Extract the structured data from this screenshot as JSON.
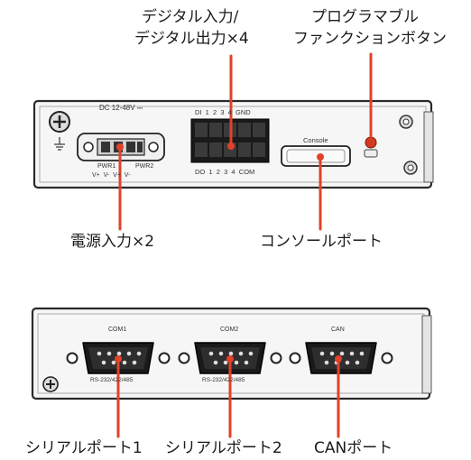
{
  "callouts": {
    "digital_io_line1": "デジタル入力/",
    "digital_io_line2": "デジタル出力×4",
    "prog_button_line1": "プログラマブル",
    "prog_button_line2": "ファンクションボタン",
    "power_input": "電源入力×2",
    "console_port": "コンソールポート",
    "serial_port_1": "シリアルポート1",
    "serial_port_2": "シリアルポート2",
    "can_port": "CANポート"
  },
  "panel_labels": {
    "dc_input": "DC 12-48V ⎓",
    "pwr1": "PWR1",
    "pwr2": "PWR2",
    "pwr_pins": "V+  V-  V+  V-",
    "di_row": "DI  1  2  3  4  GND",
    "do_row": "DO  1  2  3  4  COM",
    "console": "Console",
    "com1": "COM1",
    "com2": "COM2",
    "can": "CAN",
    "com1_spec": "RS-232/422/485",
    "com2_spec": "RS-232/422/485"
  },
  "colors": {
    "leader_line": "#e2412a",
    "panel_fill": "#f4f4f4",
    "panel_stroke": "#333333",
    "connector_fill": "#1a1a1a"
  }
}
